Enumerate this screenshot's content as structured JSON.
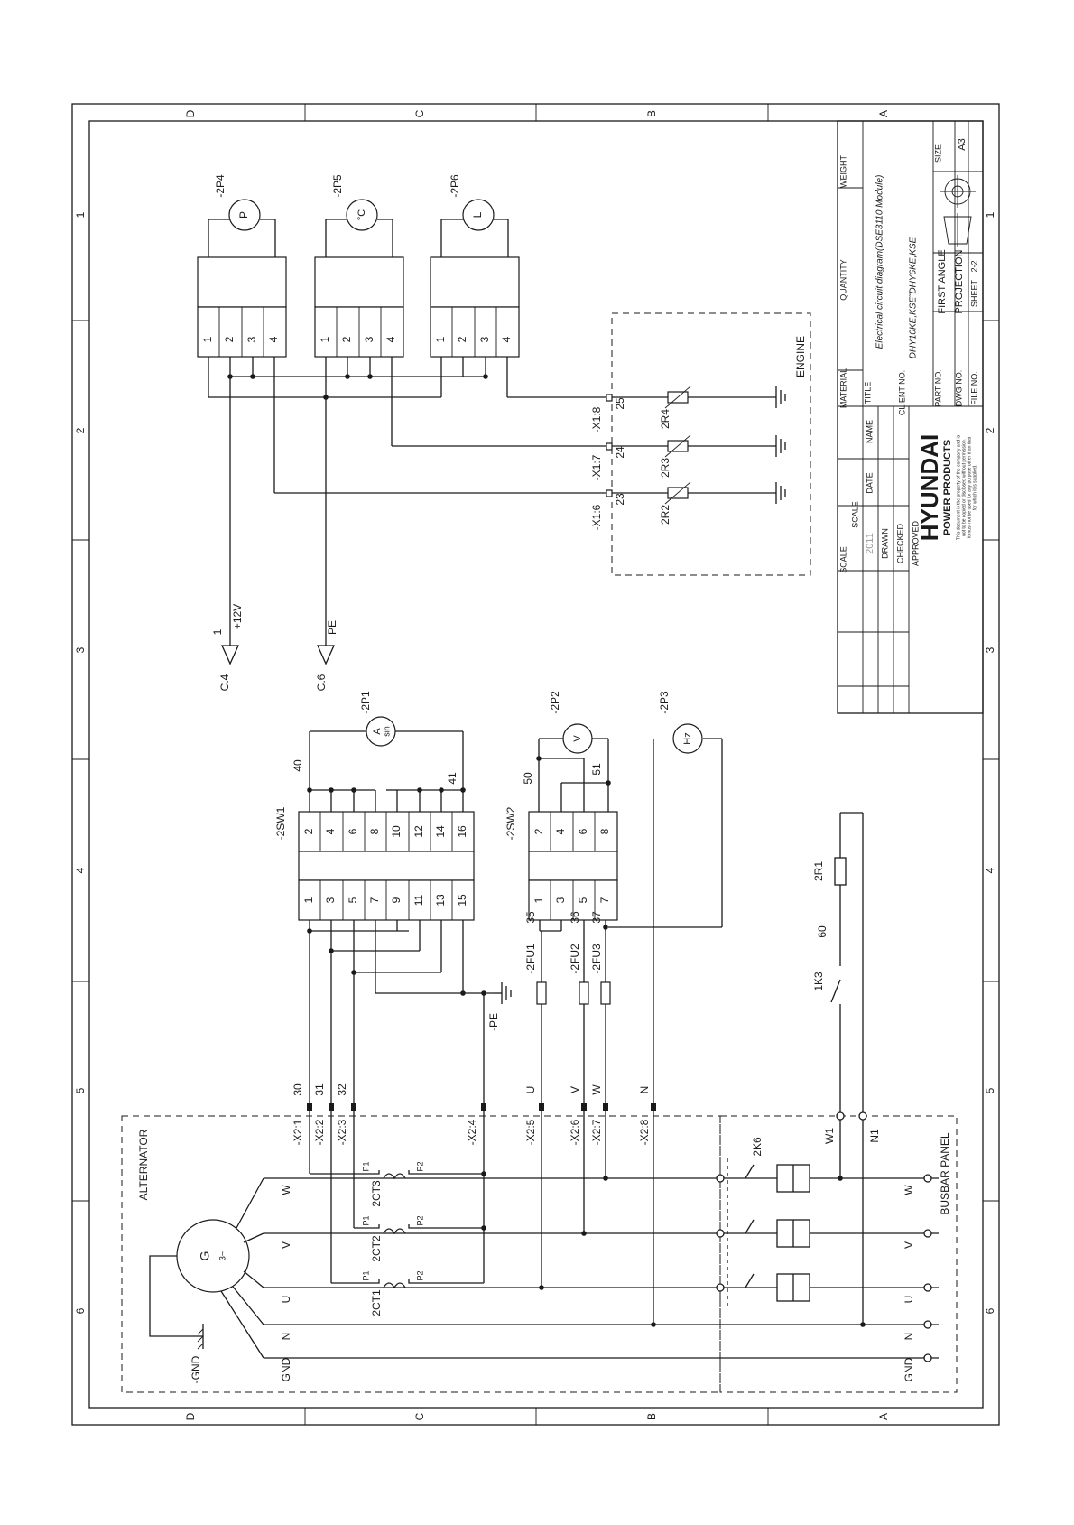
{
  "border": {
    "rows_top": [
      "D",
      "C",
      "B",
      "A"
    ],
    "cols_left": [
      "1",
      "2",
      "3",
      "4",
      "5",
      "6"
    ]
  },
  "sensors": [
    {
      "ref": "-2P4",
      "symbol": "P"
    },
    {
      "ref": "-2P5",
      "symbol": "°C"
    },
    {
      "ref": "-2P6",
      "symbol": "L"
    }
  ],
  "sensor_pins": [
    "1",
    "2",
    "3",
    "4"
  ],
  "engine": {
    "label": "ENGINE",
    "terminals": [
      "-X1:6",
      "-X1:7",
      "-X1:8"
    ],
    "wires": [
      "23",
      "24",
      "25"
    ],
    "resistors": [
      "2R2",
      "2R3",
      "2R4"
    ]
  },
  "supply": [
    {
      "ref": "C.4",
      "wire": "1",
      "label": "+12V"
    },
    {
      "ref": "C.6",
      "wire": "",
      "label": "PE"
    }
  ],
  "meters": [
    {
      "ref": "-2P1",
      "symbol": "A",
      "sub": "sin"
    },
    {
      "ref": "-2P2",
      "symbol": "V",
      "sub": ""
    },
    {
      "ref": "-2P3",
      "symbol": "Hz",
      "sub": ""
    }
  ],
  "switches": {
    "sw1": {
      "ref": "-2SW1",
      "top_pins": [
        "2",
        "4",
        "6",
        "8",
        "10",
        "12",
        "14",
        "16"
      ],
      "bottom_pins": [
        "1",
        "3",
        "5",
        "7",
        "9",
        "11",
        "13",
        "15"
      ],
      "wires": [
        "40",
        "41"
      ]
    },
    "sw2": {
      "ref": "-2SW2",
      "top_pins": [
        "2",
        "4",
        "6",
        "8"
      ],
      "bottom_pins": [
        "1",
        "3",
        "5",
        "7"
      ],
      "wires": [
        "50",
        "51"
      ]
    }
  },
  "fuses": {
    "refs": [
      "-2FU1",
      "-2FU2",
      "-2FU3"
    ],
    "wires": [
      "35",
      "36",
      "37"
    ]
  },
  "pe_label": "-PE",
  "alternator": {
    "label": "ALTERNATOR",
    "gen_symbol": "G",
    "gen_sub": "3~",
    "gnd_label": "-GND",
    "phases": [
      "W",
      "V",
      "U",
      "N",
      "GND"
    ],
    "cts": [
      "2CT3",
      "2CT2",
      "2CT1"
    ],
    "ct_p1": "P1",
    "ct_p2": "P2"
  },
  "x2": {
    "terminals": [
      "-X2:1",
      "-X2:2",
      "-X2:3",
      "-X2:4",
      "-X2:5",
      "-X2:6",
      "-X2:7",
      "-X2:8"
    ],
    "wires": [
      "30",
      "31",
      "32",
      "",
      "U",
      "V",
      "W",
      "N"
    ]
  },
  "busbar": {
    "label": "BUSBAR  PANEL",
    "breaker": "2K6",
    "contact": "1K3",
    "wire_60": "60",
    "resistor": "2R1",
    "w1": "W1",
    "n1": "N1",
    "phases": [
      "W",
      "V",
      "U",
      "N",
      "GND"
    ]
  },
  "title_block": {
    "scale_label": "SCALE",
    "scale_head": "SCALE",
    "year": "2011",
    "drawn": "DRAWN",
    "checked": "CHECKED",
    "approved": "APPROVED",
    "date_h": "DATE",
    "name_h": "NAME",
    "brand": "HYUNDAI",
    "brand_sub": "POWER PRODUCTS",
    "notice_1": "This document is the property of the company and is",
    "notice_2": "not to be copied or disclosed without permission.",
    "notice_3": "It must not be used for any purpose other than that",
    "notice_4": "for which it is supplied.",
    "material_h": "MATERIAL",
    "title_h": "TITLE",
    "title": "Electrical circuit diagram(DSE3110 Module)",
    "client_h": "CLIENT NO.",
    "client": "DHY10KE,KSE˜DHY6KE,KSE",
    "quantity_h": "QUANTITY",
    "weight_h": "WEIGHT",
    "part_h": "PART NO.",
    "dwg_h": "DWG NO.",
    "file_h": "FILE NO.",
    "first_angle": "FIRST ANGLE",
    "projection": "PROJECTION",
    "sheet": "SHEET",
    "sheet_no": "2-2",
    "size_h": "SIZE",
    "size": "A3"
  }
}
